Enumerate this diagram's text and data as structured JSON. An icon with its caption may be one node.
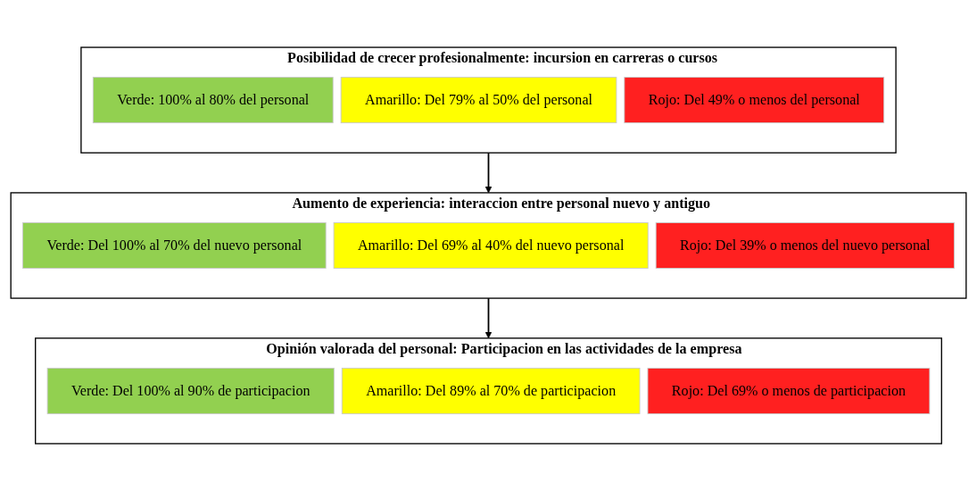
{
  "diagram": {
    "nodes": [
      {
        "text": [
          "Posibilidad de crecer profesionalmente: incursion en carreras o cursos"
        ]
      },
      {
        "text": [
          "Verde: 100% al 80% del personal"
        ],
        "in": 0
      },
      {
        "text": [
          "Amarillo: Del 79% al 50% del personal"
        ],
        "in": 0
      },
      {
        "text": [
          "Rojo: Del 49% o menos del personal"
        ],
        "in": 0
      },
      {
        "text": [
          "Aumento de experiencia: interaccion entre personal nuevo y antiguo"
        ]
      },
      {
        "text": [
          "Verde: Del 100% al 70% del nuevo personal"
        ],
        "in": 4
      },
      {
        "text": [
          "Amarillo: Del 69% al 40% del nuevo personal"
        ],
        "in": 4
      },
      {
        "text": [
          "Rojo: Del 39% o menos del nuevo personal"
        ],
        "in": 4
      },
      {
        "text": [
          "Opinión valorada del personal: Participacion en las actividades de la empresa"
        ]
      },
      {
        "text": [
          "Verde: Del 100% al 90% de participacion"
        ],
        "in": 8
      },
      {
        "text": [
          "Amarillo: Del 89% al 70% de participacion"
        ],
        "in": 8
      },
      {
        "text": [
          "Rojo: Del 69% o menos de participacion"
        ],
        "in": 8
      }
    ],
    "edges": [
      {
        "from": 0,
        "to": 4,
        "arrow": "to"
      },
      {
        "from": 4,
        "to": 8,
        "arrow": "to"
      }
    ]
  }
}
